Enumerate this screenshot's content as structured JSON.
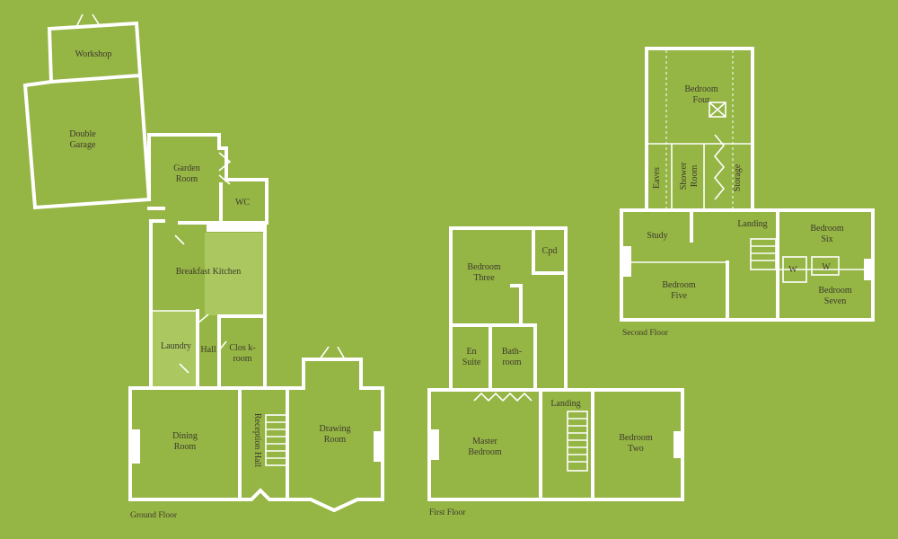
{
  "floors": {
    "ground": {
      "label": "Ground Floor",
      "rooms": {
        "workshop": "Workshop",
        "double_garage": [
          "Double",
          "Garage"
        ],
        "garden_room": [
          "Garden",
          "Room"
        ],
        "wc": "WC",
        "breakfast_kitchen": "Breakfast Kitchen",
        "laundry": "Laundry",
        "hall": "Hall",
        "cloakroom": [
          "Clos k-",
          "room"
        ],
        "dining_room": [
          "Dining",
          "Room"
        ],
        "reception_hall": "Reception Hall",
        "drawing_room": [
          "Drawing",
          "Room"
        ]
      }
    },
    "first": {
      "label": "First Floor",
      "rooms": {
        "bedroom_three": [
          "Bedroom",
          "Three"
        ],
        "cpd": "Cpd",
        "en_suite": [
          "En",
          "Suite"
        ],
        "bathroom": [
          "Bath-",
          "room"
        ],
        "landing": "Landing",
        "master_bedroom": [
          "Master",
          "Bedroom"
        ],
        "bedroom_two": [
          "Bedroom",
          "Two"
        ]
      }
    },
    "second": {
      "label": "Second Floor",
      "rooms": {
        "bedroom_four": [
          "Bedroom",
          "Four"
        ],
        "eaves": "Eaves",
        "shower_room": [
          "Shower",
          "Room"
        ],
        "storage": "Storage",
        "study": "Study",
        "landing": "Landing",
        "bedroom_six": [
          "Bedroom",
          "Six"
        ],
        "w_left": "W",
        "w_right": "W",
        "bedroom_five": [
          "Bedroom",
          "Five"
        ],
        "bedroom_seven": [
          "Bedroom",
          "Seven"
        ]
      }
    }
  },
  "colors": {
    "background": "#95b544",
    "walls": "#ffffff",
    "highlight": "#aac85f",
    "text": "#3f3a2e"
  }
}
